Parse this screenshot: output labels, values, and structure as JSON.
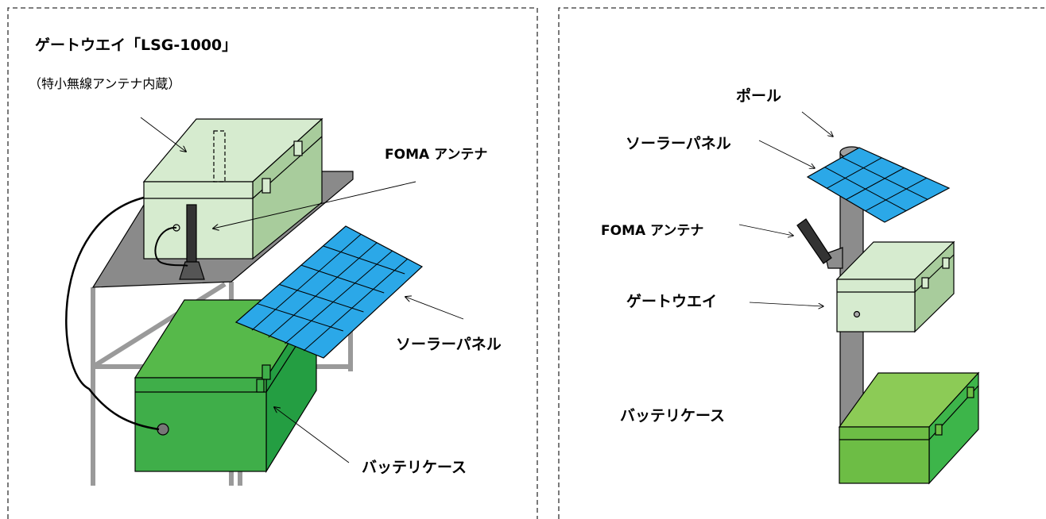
{
  "left_panel": {
    "title": "ゲートウエイ「LSG-1000」",
    "subtitle": "（特小無線アンテナ内蔵）",
    "foma_label": "FOMA アンテナ",
    "solar_label": "ソーラーパネル",
    "battery_label": "バッテリケース"
  },
  "right_panel": {
    "pole_label": "ポール",
    "solar_label": "ソーラーパネル",
    "foma_label": "FOMA アンテナ",
    "gateway_label": "ゲートウエイ",
    "battery_label": "バッテリケース"
  },
  "colors": {
    "gateway_box": "#d6ebcf",
    "gateway_side": "#a8cc9c",
    "battery_front": "#3fae49",
    "battery_top": "#56b94a",
    "battery_side": "#249e42",
    "battery_right_front": "#6dbd45",
    "battery_right_top": "#8ccb56",
    "solar_panel": "#2ba8e8",
    "stand_frame": "#9a9a9a",
    "pole": "#8c8c8c",
    "table_top": "#8a8a8a"
  }
}
